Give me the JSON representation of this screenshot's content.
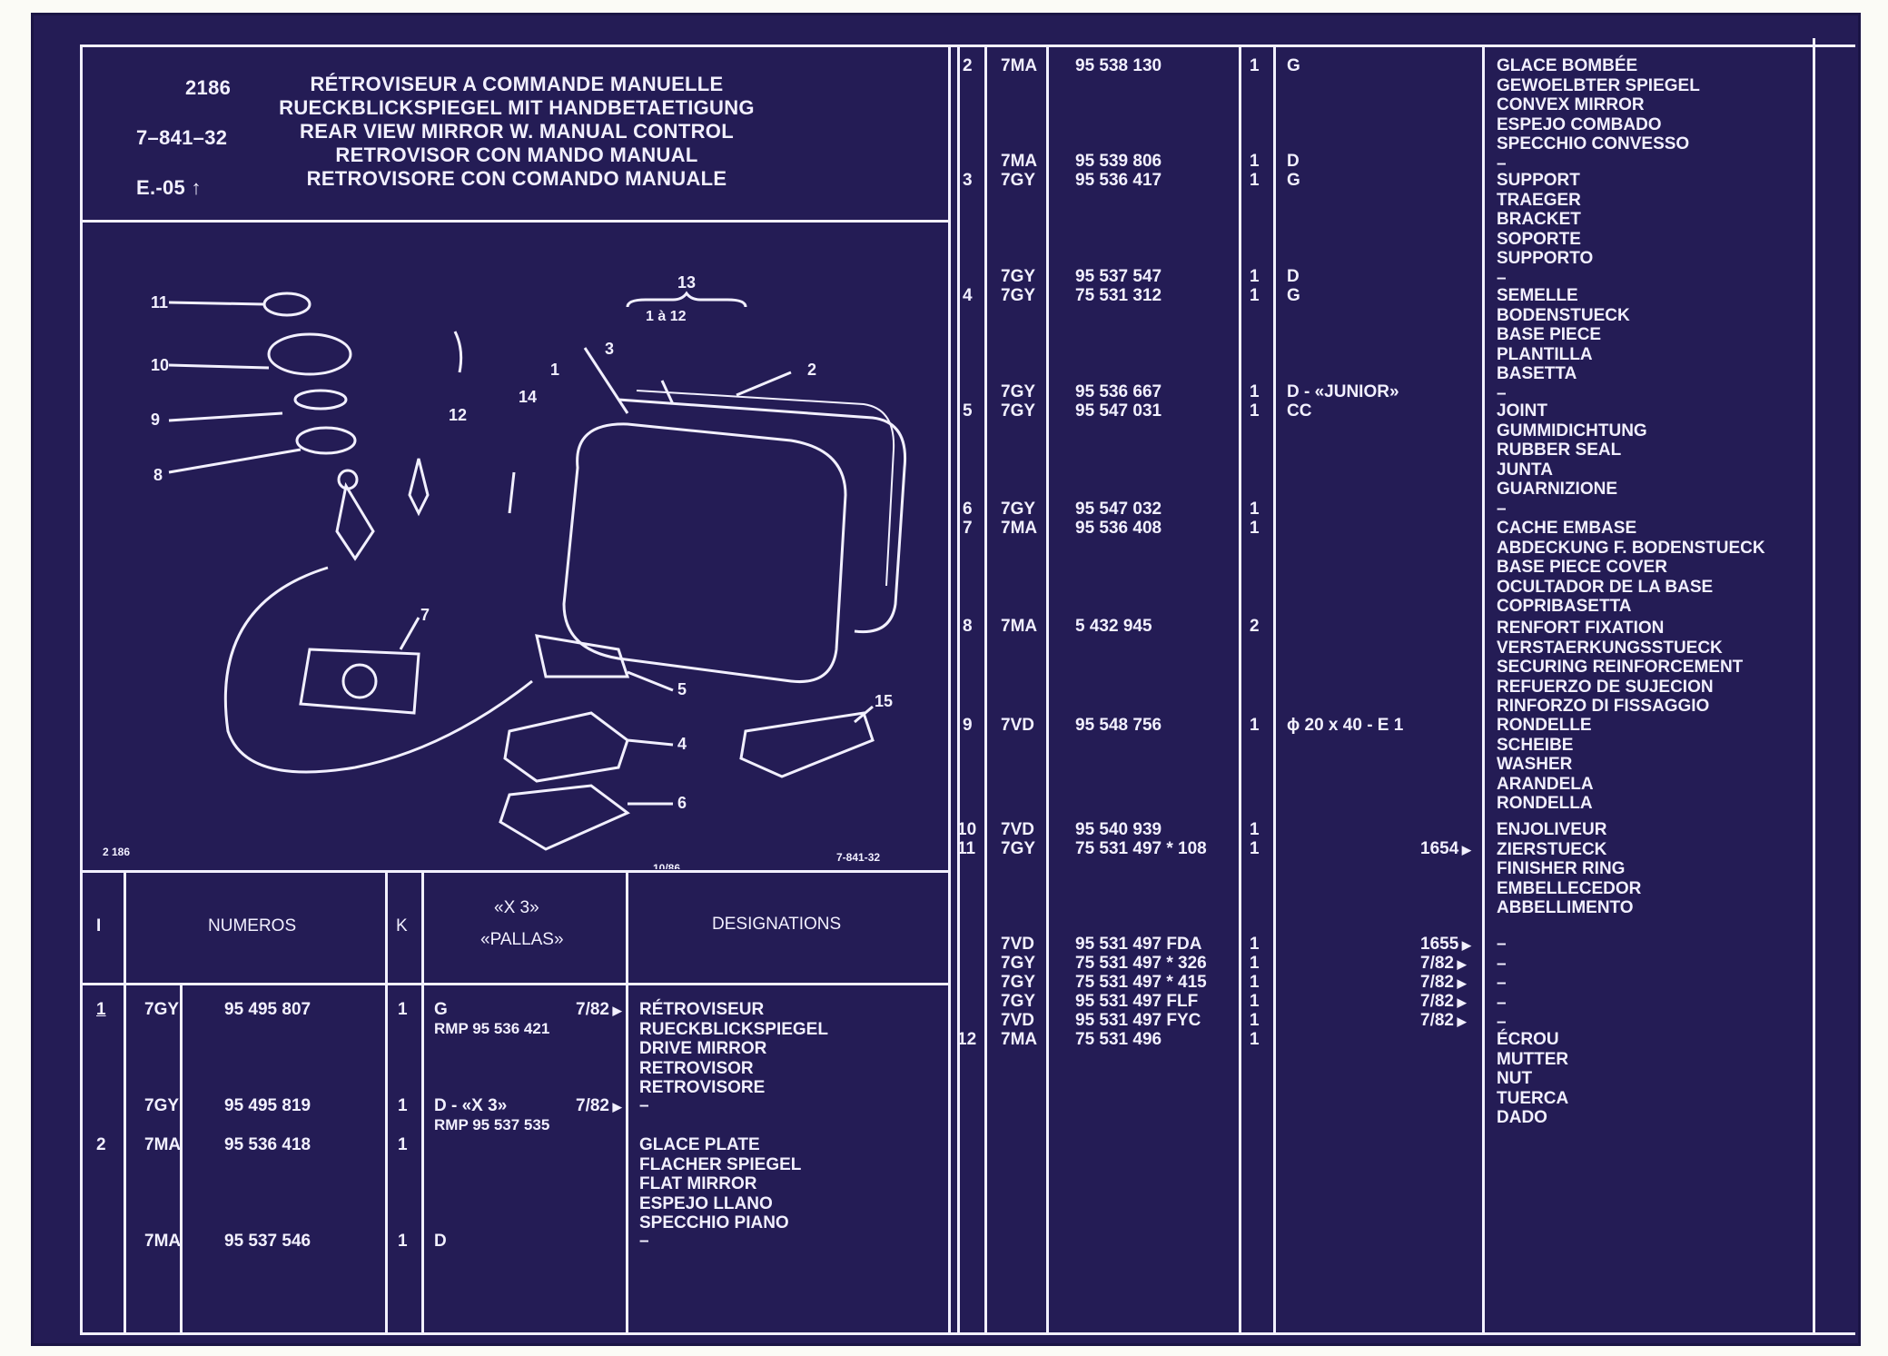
{
  "header": {
    "plate_no": "2186",
    "ref": "7–841–32",
    "edition": "E.-05",
    "titles": [
      "RÉTROVISEUR A COMMANDE MANUELLE",
      "RUECKBLICKSPIEGEL MIT HANDBETAETIGUNG",
      "REAR VIEW MIRROR W. MANUAL CONTROL",
      "RETROVISOR CON MANDO MANUAL",
      "RETROVISORE CON COMANDO MANUALE"
    ]
  },
  "diagram": {
    "callouts": [
      "1",
      "2",
      "3",
      "4",
      "5",
      "6",
      "7",
      "8",
      "9",
      "10",
      "11",
      "12",
      "14",
      "15"
    ],
    "group_label": "13",
    "group_range": "1 à 12",
    "corner_left": "2 186",
    "corner_mid": "10/86",
    "corner_right": "7-841-32"
  },
  "table_headers": {
    "col_i": "I",
    "col_numeros": "NUMEROS",
    "col_k": "K",
    "col_model_1": "«X 3»",
    "col_model_2": "«PALLAS»",
    "col_designations": "DESIGNATIONS"
  },
  "left_rows": [
    {
      "idx": "1",
      "code": "7GY",
      "num": "95 495 807",
      "qty": "1",
      "model": "G",
      "model2": "RMP 95 536 421",
      "date": "7/82",
      "desig": [
        "RÉTROVISEUR",
        "RUECKBLICKSPIEGEL",
        "DRIVE MIRROR",
        "RETROVISOR",
        "RETROVISORE"
      ]
    },
    {
      "idx": "",
      "code": "7GY",
      "num": "95 495 819",
      "qty": "1",
      "model": "D - «X 3»",
      "model2": "RMP 95 537 535",
      "date": "7/82",
      "desig": [
        "–"
      ]
    },
    {
      "idx": "2",
      "code": "7MA",
      "num": "95 536 418",
      "qty": "1",
      "model": "",
      "model2": "",
      "date": "",
      "desig": [
        "GLACE PLATE",
        "FLACHER SPIEGEL",
        "FLAT MIRROR",
        "ESPEJO LLANO",
        "SPECCHIO PIANO"
      ]
    },
    {
      "idx": "",
      "code": "7MA",
      "num": "95 537 546",
      "qty": "1",
      "model": "D",
      "model2": "",
      "date": "",
      "desig": [
        "–"
      ]
    }
  ],
  "right_rows": [
    {
      "idx": "2",
      "code": "7MA",
      "num": "95 538 130",
      "qty": "1",
      "model": "G",
      "note": ""
    },
    {
      "idx": "",
      "code": "7MA",
      "num": "95 539 806",
      "qty": "1",
      "model": "D",
      "note": ""
    },
    {
      "idx": "3",
      "code": "7GY",
      "num": "95 536 417",
      "qty": "1",
      "model": "G",
      "note": ""
    },
    {
      "idx": "",
      "code": "7GY",
      "num": "95 537 547",
      "qty": "1",
      "model": "D",
      "note": ""
    },
    {
      "idx": "4",
      "code": "7GY",
      "num": "75 531 312",
      "qty": "1",
      "model": "G",
      "note": ""
    },
    {
      "idx": "",
      "code": "7GY",
      "num": "95 536 667",
      "qty": "1",
      "model": "D - «JUNIOR»",
      "note": ""
    },
    {
      "idx": "5",
      "code": "7GY",
      "num": "95 547 031",
      "qty": "1",
      "model": "CC",
      "note": ""
    },
    {
      "idx": "6",
      "code": "7GY",
      "num": "95 547 032",
      "qty": "1",
      "model": "",
      "note": ""
    },
    {
      "idx": "7",
      "code": "7MA",
      "num": "95 536 408",
      "qty": "1",
      "model": "",
      "note": ""
    },
    {
      "idx": "8",
      "code": "7MA",
      "num": "5 432 945",
      "qty": "2",
      "model": "",
      "note": ""
    },
    {
      "idx": "9",
      "code": "7VD",
      "num": "95 548 756",
      "qty": "1",
      "model": "ϕ 20 x 40 - E 1",
      "note": ""
    },
    {
      "idx": "10",
      "code": "7VD",
      "num": "95 540 939",
      "qty": "1",
      "model": "",
      "note": ""
    },
    {
      "idx": "11",
      "code": "7GY",
      "num": "75 531 497 * 108",
      "qty": "1",
      "model": "",
      "note": "1654"
    },
    {
      "idx": "",
      "code": "7VD",
      "num": "95 531 497 FDA",
      "qty": "1",
      "model": "",
      "note": "1655"
    },
    {
      "idx": "",
      "code": "7GY",
      "num": "75 531 497 * 326",
      "qty": "1",
      "model": "",
      "note": "7/82"
    },
    {
      "idx": "",
      "code": "7GY",
      "num": "75 531 497 * 415",
      "qty": "1",
      "model": "",
      "note": "7/82"
    },
    {
      "idx": "",
      "code": "7GY",
      "num": "95 531 497 FLF",
      "qty": "1",
      "model": "",
      "note": "7/82"
    },
    {
      "idx": "",
      "code": "7VD",
      "num": "95 531 497 FYC",
      "qty": "1",
      "model": "",
      "note": "7/82"
    },
    {
      "idx": "12",
      "code": "7MA",
      "num": "75 531 496",
      "qty": "1",
      "model": "",
      "note": ""
    }
  ],
  "right_desig": [
    [
      "GLACE BOMBÉE",
      "GEWOELBTER SPIEGEL",
      "CONVEX MIRROR",
      "ESPEJO COMBADO",
      "SPECCHIO CONVESSO",
      "–"
    ],
    [
      "SUPPORT",
      "TRAEGER",
      "BRACKET",
      "SOPORTE",
      "SUPPORTO",
      "–"
    ],
    [
      "SEMELLE",
      "BODENSTUECK",
      "BASE PIECE",
      "PLANTILLA",
      "BASETTA",
      "–"
    ],
    [
      "JOINT",
      "GUMMIDICHTUNG",
      "RUBBER SEAL",
      "JUNTA",
      "GUARNIZIONE",
      "–"
    ],
    [
      "CACHE EMBASE",
      "ABDECKUNG F. BODENSTUECK",
      "BASE PIECE COVER",
      "OCULTADOR DE LA BASE",
      "COPRIBASETTA"
    ],
    [
      "RENFORT FIXATION",
      "VERSTAERKUNGSSTUECK",
      "SECURING REINFORCEMENT",
      "REFUERZO DE SUJECION",
      "RINFORZO DI FISSAGGIO"
    ],
    [
      "RONDELLE",
      "SCHEIBE",
      "WASHER",
      "ARANDELA",
      "RONDELLA",
      "–"
    ],
    [
      "ENJOLIVEUR",
      "ZIERSTUECK",
      "FINISHER RING",
      "EMBELLECEDOR",
      "ABBELLIMENTO"
    ],
    [
      "–",
      "–",
      "–",
      "–",
      "–"
    ],
    [
      "ÉCROU",
      "MUTTER",
      "NUT",
      "TUERCA",
      "DADO"
    ]
  ]
}
